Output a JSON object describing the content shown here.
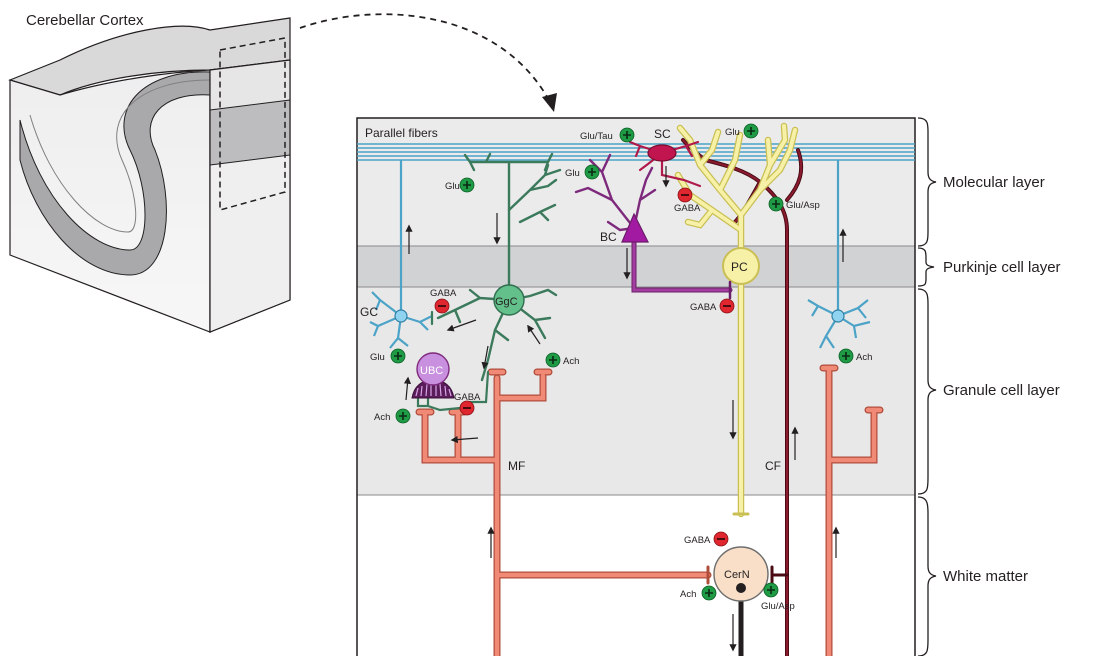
{
  "title": "Cerebellar Cortex",
  "layers": {
    "molecular": "Molecular layer",
    "purkinje": "Purkinje cell layer",
    "granule": "Granule cell layer",
    "white": "White matter"
  },
  "labels": {
    "parallel_fibers": "Parallel fibers",
    "sc": "SC",
    "bc": "BC",
    "pc": "PC",
    "ggc": "GgC",
    "gc": "GC",
    "ubc": "UBC",
    "mf": "MF",
    "cf": "CF",
    "cern": "CerN"
  },
  "transmitters": {
    "glu": "Glu",
    "glu_tau": "Glu/Tau",
    "glu_asp": "Glu/Asp",
    "gaba": "GABA",
    "ach": "Ach"
  },
  "colors": {
    "parallel_fiber": "#4ba3c7",
    "granule_cell": "#4ba3c7",
    "golgi_cell": "#3c7a5c",
    "golgi_soma": "#63c08a",
    "basket_cell": "#7e2a7c",
    "basket_soma": "#a21aa2",
    "stellate_cell": "#b01a4a",
    "purkinje_cell": "#f3ee9a",
    "purkinje_outline": "#c9bf54",
    "climbing_fiber": "#6d1221",
    "mossy_fiber": "#e17a6a",
    "ubc_soma": "#c890de",
    "cern_soma": "#f9dfc8",
    "excitatory": "#1e9b44",
    "inhibitory": "#e0262e",
    "molecular_bg": "#ebebec",
    "purkinje_band": "#d1d2d3",
    "granule_bg": "#e8e8e9"
  }
}
